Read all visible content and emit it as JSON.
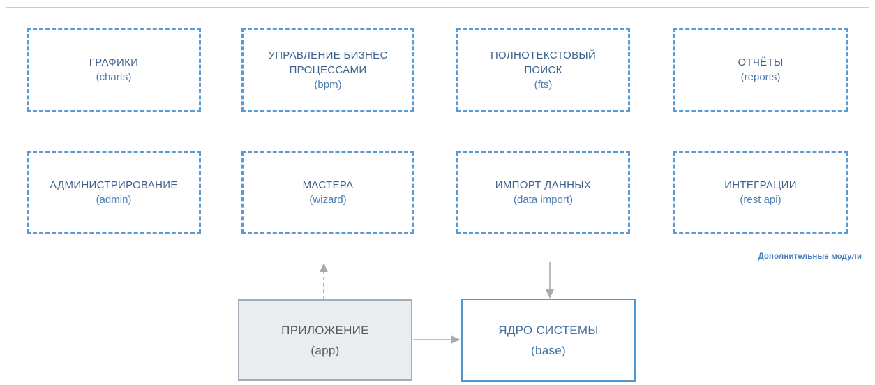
{
  "diagram": {
    "container_label": "Дополнительные модули",
    "modules": [
      {
        "id": "charts",
        "title": "ГРАФИКИ",
        "subtitle": "(charts)"
      },
      {
        "id": "bpm",
        "title": "УПРАВЛЕНИЕ БИЗНЕС\nПРОЦЕССАМИ",
        "subtitle": "(bpm)"
      },
      {
        "id": "fts",
        "title": "ПОЛНОТЕКСТОВЫЙ\nПОИСК",
        "subtitle": "(fts)"
      },
      {
        "id": "reports",
        "title": "ОТЧЁТЫ",
        "subtitle": "(reports)"
      },
      {
        "id": "admin",
        "title": "АДМИНИСТРИРОВАНИЕ",
        "subtitle": "(admin)"
      },
      {
        "id": "wizard",
        "title": "МАСТЕРА",
        "subtitle": "(wizard)"
      },
      {
        "id": "data-import",
        "title": "ИМПОРТ ДАННЫХ",
        "subtitle": "(data import)"
      },
      {
        "id": "rest-api",
        "title": "ИНТЕГРАЦИИ",
        "subtitle": "(rest api)"
      }
    ],
    "app_node": {
      "title": "ПРИЛОЖЕНИЕ",
      "subtitle": "(app)"
    },
    "core_node": {
      "title": "ЯДРО СИСТЕМЫ",
      "subtitle": "(base)"
    }
  },
  "colors": {
    "module-border": "#5b9bd5",
    "module-title": "#3d628e",
    "module-subtitle": "#4e7fb0",
    "container-border": "#b3d1ec",
    "container-label": "#4a7ebb",
    "app-fill": "#e9edf0",
    "app-border": "#a3aeb9",
    "app-text": "#595959",
    "core-border": "#4f97d0",
    "core-text": "#41719c",
    "arrow": "#a3abb3"
  }
}
